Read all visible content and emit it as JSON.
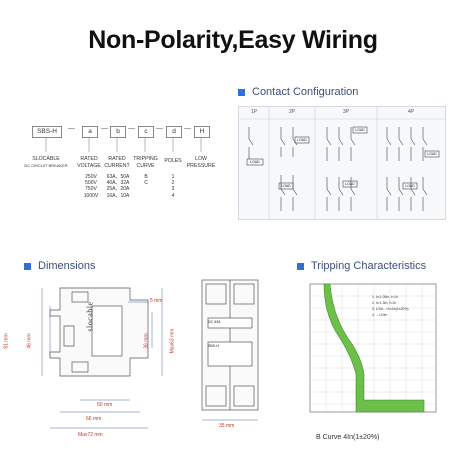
{
  "title": "Non-Polarity,Easy Wiring",
  "sections": {
    "contact": "Contact Configuration",
    "dimensions": "Dimensions",
    "tripping": "Tripping Characteristics"
  },
  "model_code": {
    "boxes": [
      "SBS-H",
      "a",
      "b",
      "c",
      "d",
      "H"
    ],
    "labels": [
      "SLOCABLE",
      "DC CIRCUIT BREAKER",
      "RATED\nVOLTAGE",
      "RATED\nCURRENT",
      "TRIPPING\nCURVE",
      "POLES",
      "LOW\nPRESSURE"
    ],
    "voltage": [
      "250V",
      "500V",
      "750V",
      "1000V"
    ],
    "current": [
      "63A、50A",
      "40A、32A",
      "25A、20A",
      "16A、10A"
    ],
    "curve": [
      "B",
      "C"
    ],
    "poles": [
      "1",
      "2",
      "3",
      "4"
    ]
  },
  "contact_config": {
    "headers": [
      "1P",
      "2P",
      "3P",
      "4P"
    ],
    "load": "LOAD"
  },
  "dimensions": {
    "brand": "slocable",
    "h81": "81 mm",
    "h46": "46 mm",
    "h36": "36 mm",
    "max63": "Max63 mm",
    "w5": "5 mm",
    "w50": "50 mm",
    "w66": "66 mm",
    "max72": "Max72 mm",
    "w35": "35 mm",
    "front_label1": "DC 63A",
    "front_label2": "SBS-H"
  },
  "tripping": {
    "caption": "B Curve  4In(1±20%)",
    "legend": [
      "1. Ir=1.05In, t<1h",
      "2. Ir=1.3In, t<1h",
      "3. 1/1In...<t<4In(1±20%)",
      "4. ...<10In"
    ]
  }
}
